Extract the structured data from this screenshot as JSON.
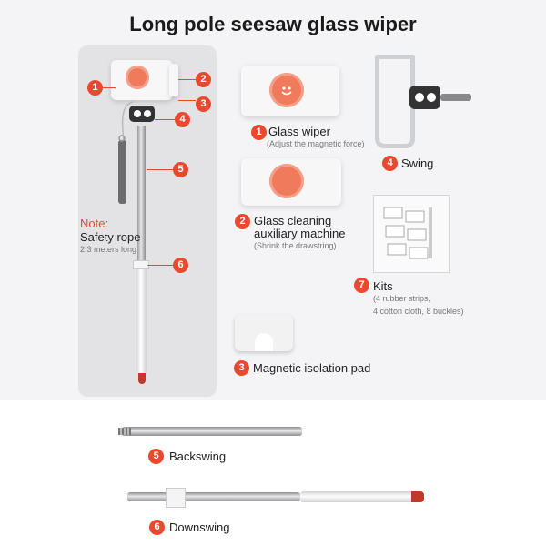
{
  "title": "Long pole seesaw glass wiper",
  "colors": {
    "accent": "#e8492f",
    "knob": "#f07a5c",
    "panel": "#e3e3e5"
  },
  "left_panel": {
    "note_title": "Note:",
    "note_line1": "Safety rope",
    "note_line2": "2.3 meters long",
    "callouts": [
      "1",
      "2",
      "3",
      "4",
      "5",
      "6"
    ]
  },
  "items": [
    {
      "num": "1",
      "name": "Glass wiper",
      "detail": "(Adjust the magnetic force)"
    },
    {
      "num": "2",
      "name_line1": "Glass cleaning",
      "name_line2": "auxiliary machine",
      "detail": "(Shrink the drawstring)"
    },
    {
      "num": "3",
      "name": "Magnetic isolation pad"
    },
    {
      "num": "4",
      "name": "Swing"
    },
    {
      "num": "5",
      "name": "Backswing"
    },
    {
      "num": "6",
      "name": "Downswing"
    },
    {
      "num": "7",
      "name": "Kits",
      "detail_line1": "(4 rubber strips,",
      "detail_line2": "4 cotton cloth, 8 buckles)"
    }
  ],
  "icons": {
    "knob": "smiley-face-icon"
  }
}
